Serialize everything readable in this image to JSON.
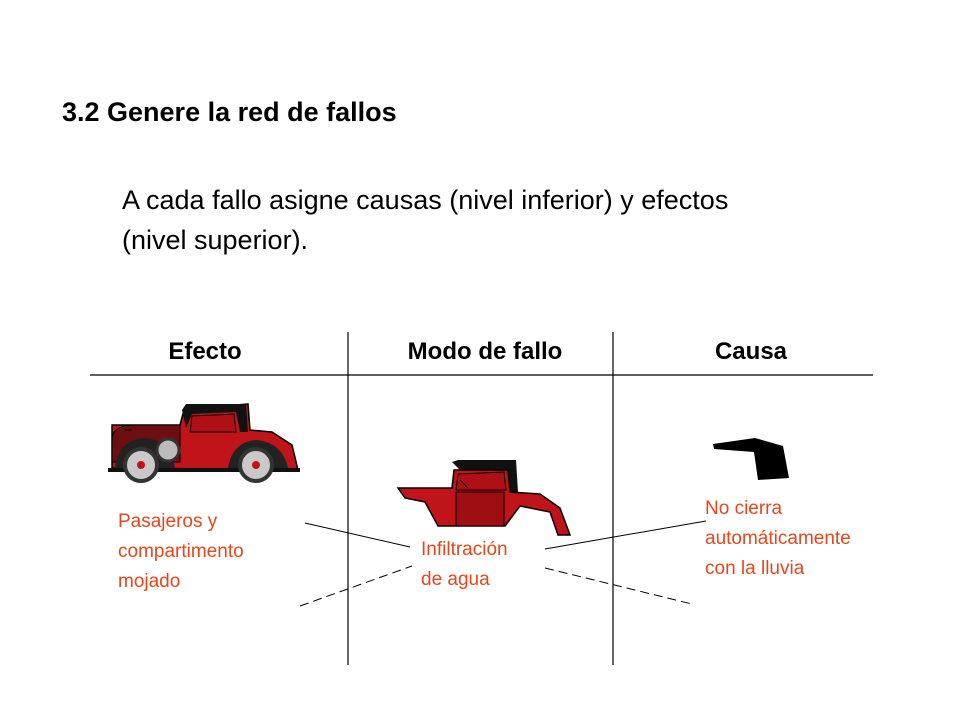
{
  "slide": {
    "title": "3.2 Genere la red de fallos",
    "body_line1": "A cada fallo asigne causas (nivel inferior) y efectos",
    "body_line2": "(nivel superior)."
  },
  "table": {
    "headers": {
      "effect": "Efecto",
      "failure_mode": "Modo de fallo",
      "cause": "Causa"
    }
  },
  "labels": {
    "effect": [
      "Pasajeros y",
      "compartimento",
      "mojado"
    ],
    "failure_mode": [
      "Infiltración",
      "de agua"
    ],
    "cause": [
      "No cierra",
      "automáticamente",
      "con la lluvia"
    ]
  },
  "colors": {
    "label": "#e8461a",
    "car_body": "#c0141a",
    "car_roof": "#111111"
  },
  "icons": [
    "full-car-icon",
    "car-body-shell-icon",
    "car-door-handle-icon"
  ]
}
